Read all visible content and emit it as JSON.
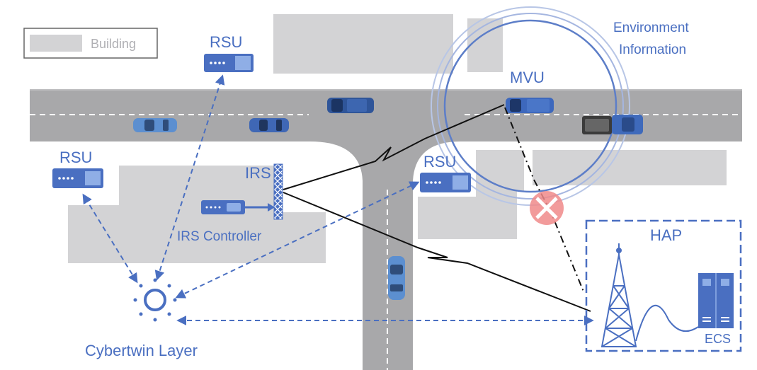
{
  "legend": {
    "building_label": "Building"
  },
  "labels": {
    "rsu_top": "RSU",
    "rsu_left": "RSU",
    "rsu_center": "RSU",
    "irs": "IRS",
    "irs_controller": "IRS Controller",
    "environment_line1": "Environment",
    "environment_line2": "Information",
    "mvu": "MVU",
    "hap": "HAP",
    "ecs": "ECS",
    "cybertwin_layer": "Cybertwin Layer"
  },
  "colors": {
    "accent_blue": "#4a6fc1",
    "building_gray": "#d3d3d5",
    "road_gray": "#a8a8aa",
    "lane_mark": "#ffffff",
    "blocked_red": "#f08a8a"
  }
}
